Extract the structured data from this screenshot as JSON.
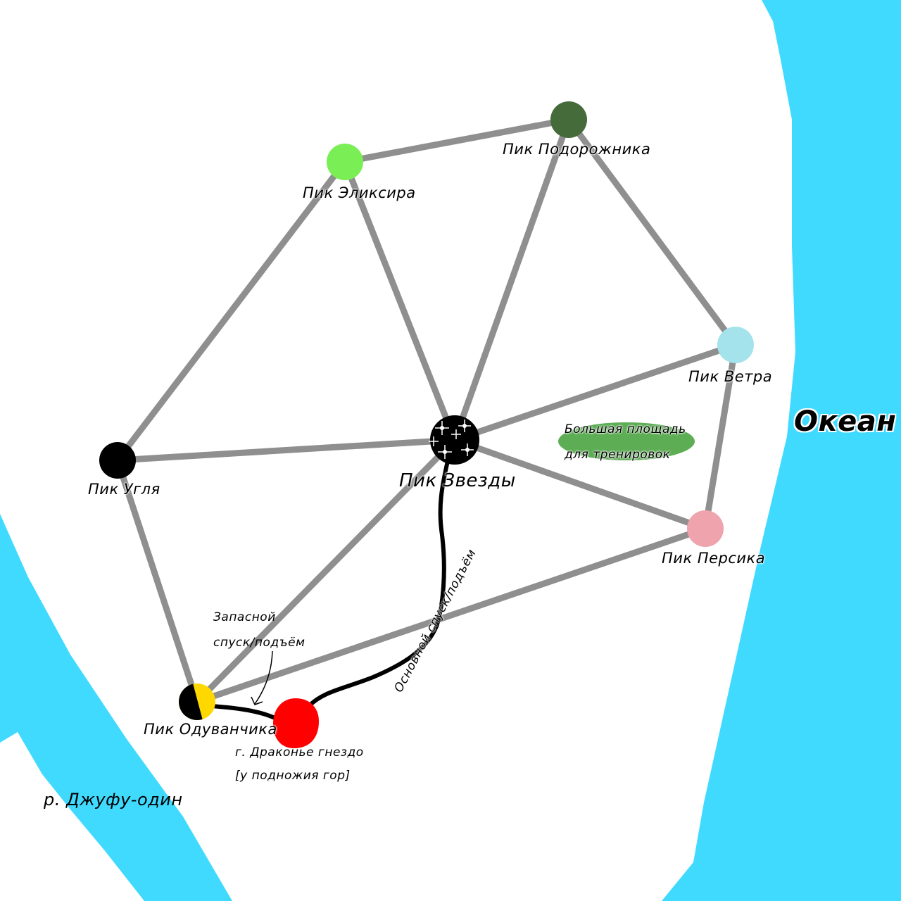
{
  "water_color": "#40daff",
  "labels": {
    "ocean": "Океан",
    "river": "р. Джуфу-один",
    "training_area_line1": "Большая площадь",
    "training_area_line2": "для тренировок",
    "route_main": "Основной спуск/подъём",
    "route_backup_line1": "Запасной",
    "route_backup_line2": "спуск/подъём",
    "town_line1": "г. Драконье гнездо",
    "town_line2": "[у подножия гор]"
  },
  "peaks": [
    {
      "id": "podorozhnika",
      "name": "Пик Подорожника",
      "color": "#456b3a"
    },
    {
      "id": "eliksira",
      "name": "Пик Эликсира",
      "color": "#7aee55"
    },
    {
      "id": "vetra",
      "name": "Пик Ветра",
      "color": "#a5e3ec"
    },
    {
      "id": "zvezdy",
      "name": "Пик Звезды",
      "color": "#000000"
    },
    {
      "id": "uglya",
      "name": "Пик Угля",
      "color": "#000000"
    },
    {
      "id": "persika",
      "name": "Пик Персика",
      "color": "#eea3ad"
    },
    {
      "id": "oduvanchika",
      "name": "Пик Одуванчика",
      "color": "#ffd800"
    }
  ],
  "town_color": "#ff0000",
  "training_area_color": "#5cad54",
  "edge_color": "#8f8f8f"
}
